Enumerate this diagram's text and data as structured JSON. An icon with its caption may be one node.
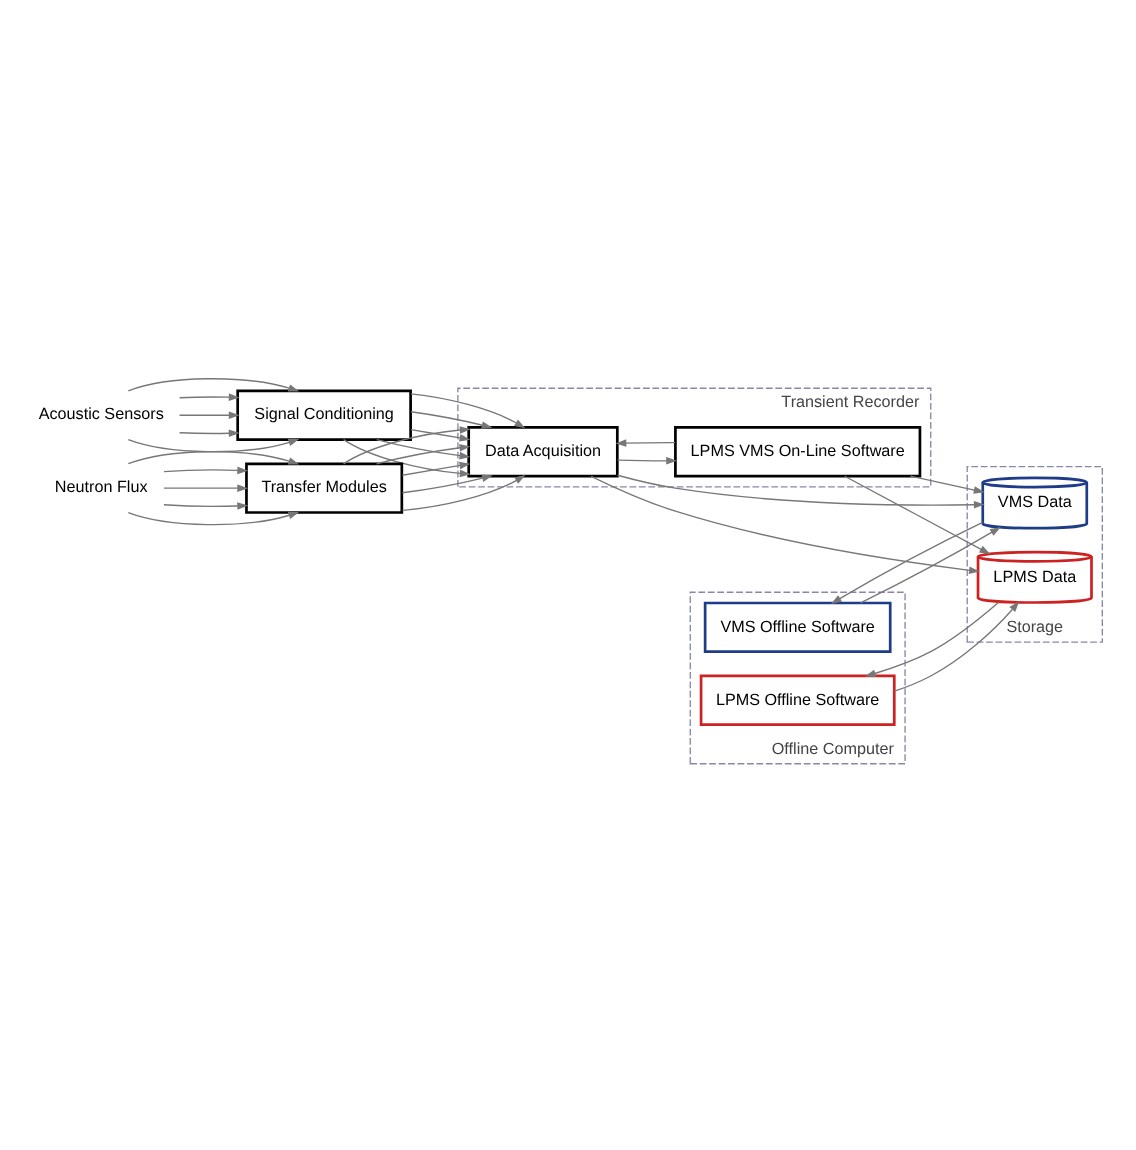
{
  "diagram": {
    "nodes": [
      {
        "text": [
          "Acoustic Sensors"
        ]
      },
      {
        "text": [
          "Signal Conditioning"
        ]
      },
      {
        "text": [
          "Neutron Flux"
        ]
      },
      {
        "text": [
          "Transfer Modules"
        ]
      },
      {
        "text": [
          "Transient Recorder"
        ]
      },
      {
        "text": [
          "Data Acquisition"
        ],
        "in": 4
      },
      {
        "text": [
          "LPMS VMS On-Line Software"
        ],
        "in": 4
      },
      {
        "text": [
          "Storage"
        ]
      },
      {
        "text": [
          "VMS Data"
        ],
        "in": 7
      },
      {
        "text": [
          "LPMS Data"
        ],
        "in": 7
      },
      {
        "text": [
          "Offline Computer"
        ]
      },
      {
        "text": [
          "VMS Offline Software"
        ],
        "in": 10
      },
      {
        "text": [
          "LPMS Offline Software"
        ],
        "in": 10
      }
    ],
    "edges": [
      {
        "from": 0,
        "to": 1,
        "arrow": "to"
      },
      {
        "from": 0,
        "to": 1,
        "arrow": "to"
      },
      {
        "from": 0,
        "to": 1,
        "arrow": "to"
      },
      {
        "from": 0,
        "to": 1,
        "arrow": "to"
      },
      {
        "from": 0,
        "to": 1,
        "arrow": "to"
      },
      {
        "from": 1,
        "to": 5,
        "arrow": "to"
      },
      {
        "from": 1,
        "to": 5,
        "arrow": "to"
      },
      {
        "from": 1,
        "to": 5,
        "arrow": "to"
      },
      {
        "from": 1,
        "to": 5,
        "arrow": "to"
      },
      {
        "from": 1,
        "to": 5,
        "arrow": "to"
      },
      {
        "from": 2,
        "to": 3,
        "arrow": "to"
      },
      {
        "from": 2,
        "to": 3,
        "arrow": "to"
      },
      {
        "from": 2,
        "to": 3,
        "arrow": "to"
      },
      {
        "from": 2,
        "to": 3,
        "arrow": "to"
      },
      {
        "from": 2,
        "to": 3,
        "arrow": "to"
      },
      {
        "from": 3,
        "to": 5,
        "arrow": "to"
      },
      {
        "from": 3,
        "to": 5,
        "arrow": "to"
      },
      {
        "from": 3,
        "to": 5,
        "arrow": "to"
      },
      {
        "from": 3,
        "to": 5,
        "arrow": "to"
      },
      {
        "from": 3,
        "to": 5,
        "arrow": "to"
      },
      {
        "from": 5,
        "to": 6,
        "arrow": "to"
      },
      {
        "from": 6,
        "to": 5,
        "arrow": "to"
      },
      {
        "from": 5,
        "to": 8,
        "arrow": "to"
      },
      {
        "from": 6,
        "to": 8,
        "arrow": "to"
      },
      {
        "from": 5,
        "to": 9,
        "arrow": "to"
      },
      {
        "from": 6,
        "to": 9,
        "arrow": "to"
      },
      {
        "from": 8,
        "to": 11,
        "arrow": "to"
      },
      {
        "from": 11,
        "to": 8,
        "arrow": "to"
      },
      {
        "from": 9,
        "to": 12,
        "arrow": "to"
      },
      {
        "from": 12,
        "to": 9,
        "arrow": "to"
      }
    ]
  }
}
